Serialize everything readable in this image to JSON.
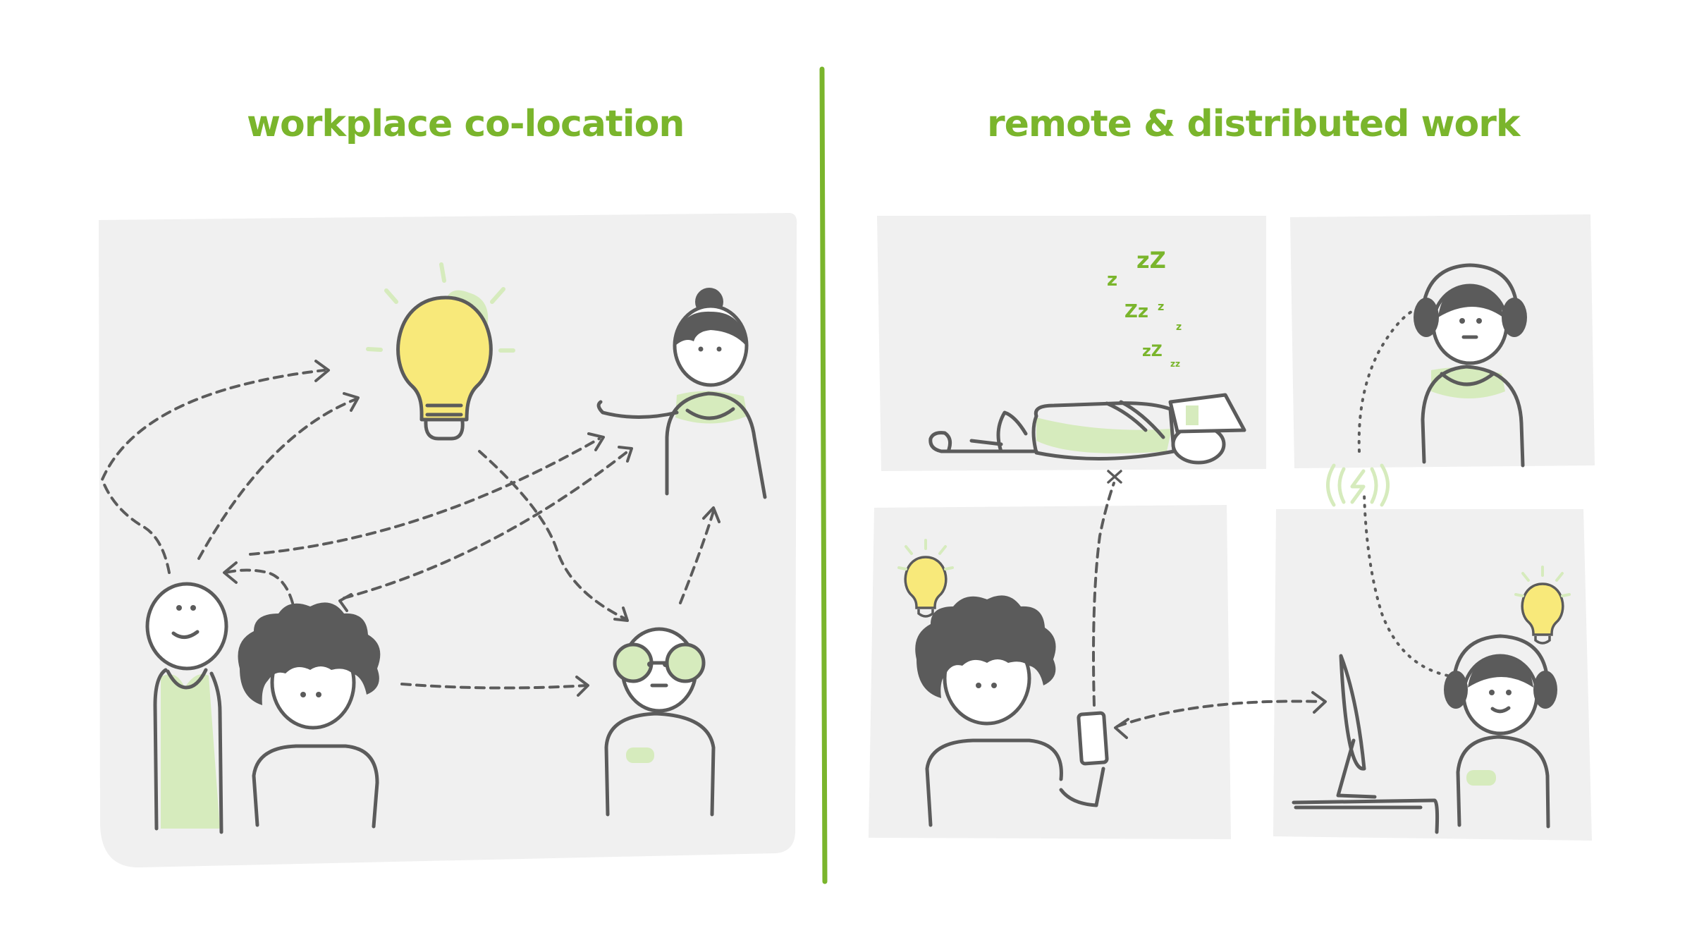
{
  "headings": {
    "left": "workplace co-location",
    "right": "remote & distributed work"
  },
  "sleep_letters": [
    "z",
    "zZ",
    "Zz",
    "z",
    "z",
    "zZ",
    "zz"
  ],
  "colors": {
    "accent_green": "#7ab52c",
    "light_green": "#d6ebbd",
    "panel_gray": "#f0f0f0",
    "ink": "#5b5b5b",
    "bulb_yellow": "#f8e97a"
  },
  "icons": [
    "lightbulb-icon",
    "smartphone-icon",
    "computer-monitor-icon",
    "headphones-icon",
    "wireless-vibration-icon"
  ]
}
